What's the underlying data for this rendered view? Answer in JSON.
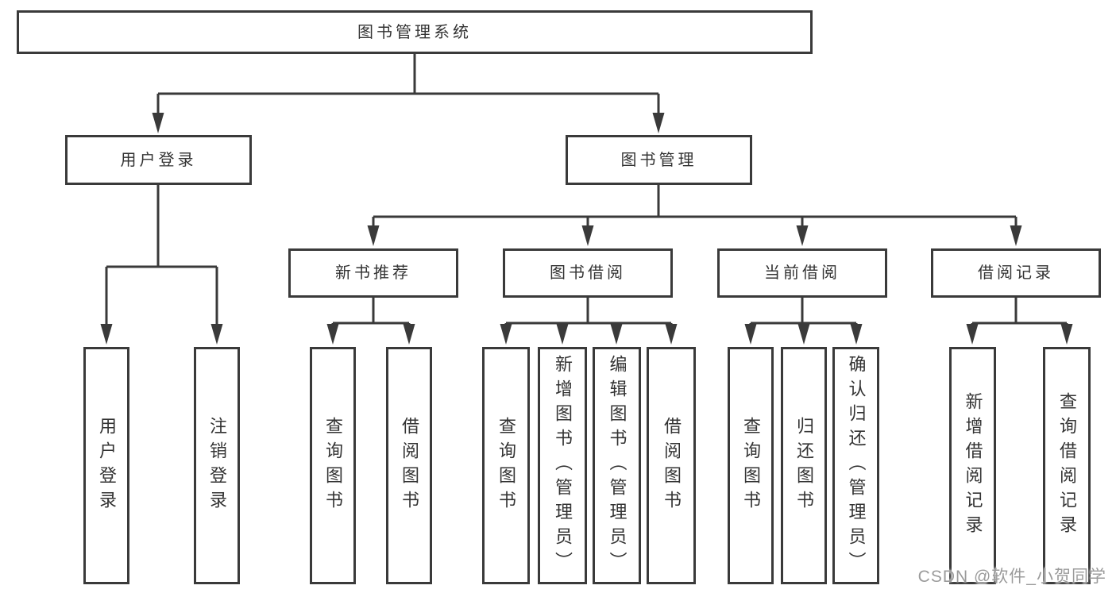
{
  "diagram": {
    "root": {
      "label": "图书管理系统"
    },
    "branches": [
      {
        "label": "用户登录",
        "children": [
          {
            "label": "用户登录"
          },
          {
            "label": "注销登录"
          }
        ]
      },
      {
        "label": "图书管理",
        "sections": [
          {
            "label": "新书推荐",
            "children": [
              {
                "label": "查询图书"
              },
              {
                "label": "借阅图书"
              }
            ]
          },
          {
            "label": "图书借阅",
            "children": [
              {
                "label": "查询图书"
              },
              {
                "label": "新增图书（管理员）"
              },
              {
                "label": "编辑图书（管理员）"
              },
              {
                "label": "借阅图书"
              }
            ]
          },
          {
            "label": "当前借阅",
            "children": [
              {
                "label": "查询图书"
              },
              {
                "label": "归还图书"
              },
              {
                "label": "确认归还（管理员）"
              }
            ]
          },
          {
            "label": "借阅记录",
            "children": [
              {
                "label": "新增借阅记录"
              },
              {
                "label": "查询借阅记录"
              }
            ]
          }
        ]
      }
    ]
  },
  "watermark": {
    "text": "CSDN @软件_小贺同学"
  },
  "colors": {
    "line": "#3a3a3a",
    "text": "#333333",
    "background": "#ffffff",
    "watermark": "#9b9b9b"
  }
}
